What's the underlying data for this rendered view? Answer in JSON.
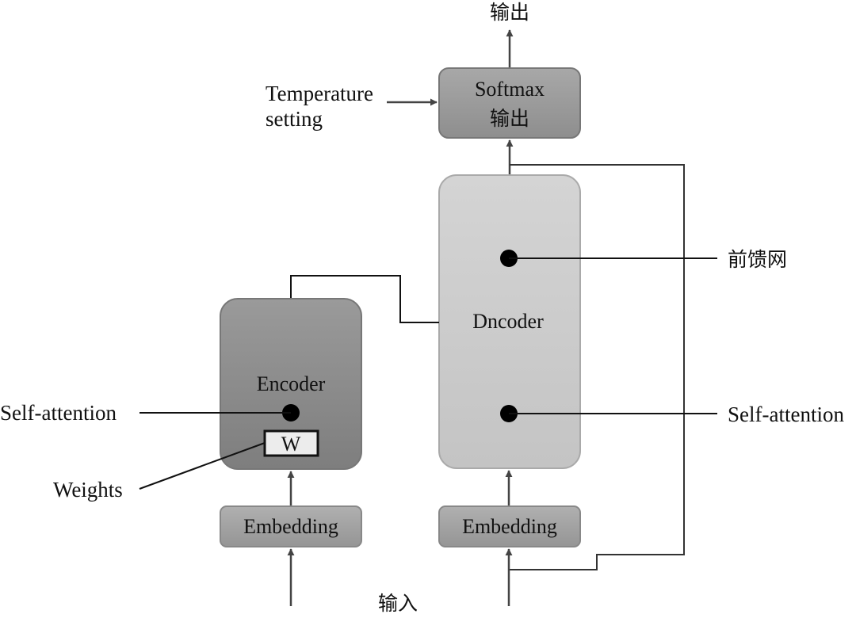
{
  "output_label": "输出",
  "input_label": "输入",
  "temperature": {
    "line1": "Temperature",
    "line2": "setting"
  },
  "softmax": {
    "line1": "Softmax",
    "line2": "输出"
  },
  "encoder": {
    "title": "Encoder",
    "weights_box": "W"
  },
  "decoder": {
    "title": "Dncoder"
  },
  "embedding_left": "Embedding",
  "embedding_right": "Embedding",
  "left_labels": {
    "self_attention": "Self-attention",
    "weights": "Weights"
  },
  "right_labels": {
    "feedforward": "前馈网",
    "self_attention": "Self-attention"
  },
  "colors": {
    "softmax_fill": "#9a9a9a",
    "encoder_fill": "#8c8c8c",
    "decoder_fill": "#cfcfcf",
    "embedding_fill": "#a3a3a3",
    "stroke": "#7a7a7a",
    "line": "#111111"
  }
}
